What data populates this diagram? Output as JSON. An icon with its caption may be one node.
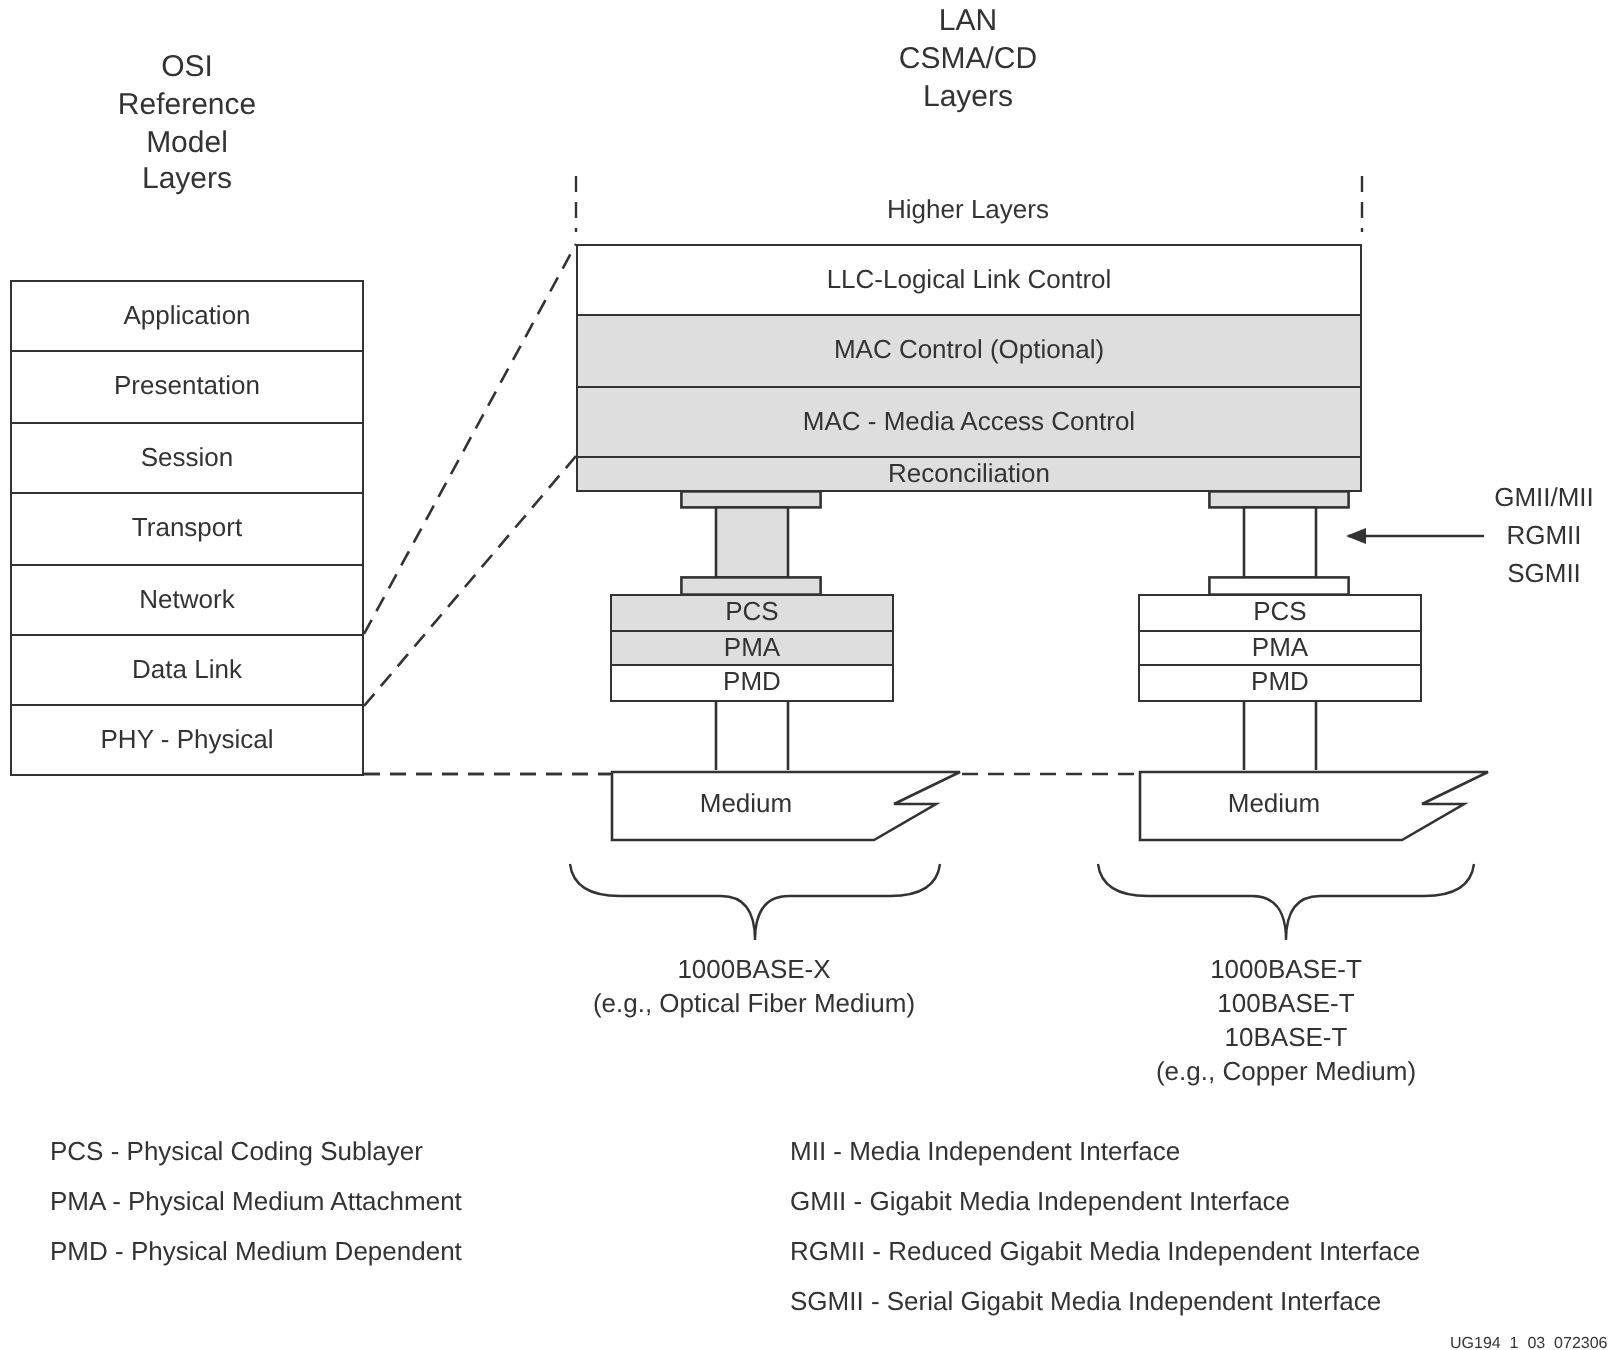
{
  "diagram": {
    "nodes": [
      {
        "text": [
          "OSI Reference Model Layers"
        ]
      },
      {
        "text": [
          "Application"
        ],
        "in": 0
      },
      {
        "text": [
          "Presentation"
        ],
        "in": 0
      },
      {
        "text": [
          "Session"
        ],
        "in": 0
      },
      {
        "text": [
          "Transport"
        ],
        "in": 0
      },
      {
        "text": [
          "Network"
        ],
        "in": 0
      },
      {
        "text": [
          "Data Link"
        ],
        "in": 0
      },
      {
        "text": [
          "PHY - Physical"
        ],
        "in": 0
      },
      {
        "text": [
          "LLC-Logical Link Control"
        ]
      },
      {
        "text": [
          "MAC Control (Optional)"
        ]
      },
      {
        "text": [
          "MAC - Media Access Control"
        ]
      },
      {
        "text": [
          "Reconciliation"
        ]
      },
      {
        "text": [],
        "shape": "box"
      },
      {
        "text": [
          "PCS"
        ]
      },
      {
        "text": [
          "PMA"
        ]
      },
      {
        "text": [
          "PMD"
        ]
      },
      {
        "text": [
          "Medium"
        ]
      },
      {
        "text": [],
        "shape": "box"
      },
      {
        "text": [
          "PCS"
        ]
      },
      {
        "text": [
          "PMA"
        ]
      },
      {
        "text": [
          "PMD"
        ]
      },
      {
        "text": [
          "Medium"
        ]
      },
      {
        "text": [
          "GMII/MII RGMII SGMII"
        ]
      }
    ],
    "edges": [
      {
        "from": 6,
        "to": 8,
        "arrow": "none",
        "style": "dashed"
      },
      {
        "from": 6,
        "to": 11,
        "arrow": "none",
        "style": "dashed"
      },
      {
        "from": 7,
        "to": 16,
        "arrow": "none",
        "style": "dashed"
      },
      {
        "from": 7,
        "to": 21,
        "arrow": "none",
        "style": "dashed"
      },
      {
        "from": 15,
        "to": 16,
        "arrow": "none"
      },
      {
        "from": 20,
        "to": 21,
        "arrow": "none"
      },
      {
        "from": 22,
        "to": 17,
        "arrow": "to"
      }
    ],
    "labels": [
      "LAN CSMA/CD Layers",
      "Higher Layers",
      "1000BASE-X",
      "(e.g.,  Optical Fiber Medium)",
      "1000BASE-T",
      "100BASE-T",
      "10BASE-T",
      "(e.g.,  Copper Medium)",
      "PCS - Physical Coding Sublayer",
      "PMA - Physical Medium Attachment",
      "PMD - Physical Medium Dependent",
      "MII - Media Independent Interface",
      "GMII - Gigabit Media Independent Interface",
      "RGMII - Reduced Gigabit Media Independent Interface",
      "SGMII - Serial Gigabit Media Independent Interface",
      "UG194_1_03_072306"
    ]
  }
}
